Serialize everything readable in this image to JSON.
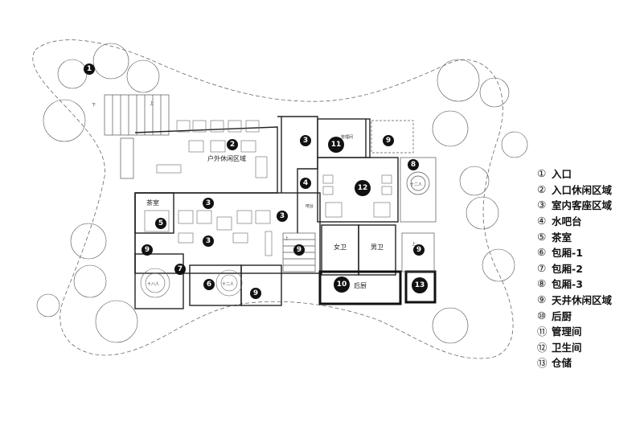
{
  "markers": [
    {
      "num": "1",
      "label": "入口"
    },
    {
      "num": "2",
      "label": "入口休闲区域"
    },
    {
      "num": "3",
      "label": "室内客座区域"
    },
    {
      "num": "4",
      "label": "水吧台"
    },
    {
      "num": "5",
      "label": "茶室"
    },
    {
      "num": "6",
      "label": "包厢-1"
    },
    {
      "num": "7",
      "label": "包厢-2"
    },
    {
      "num": "8",
      "label": "包厢-3"
    },
    {
      "num": "9",
      "label": "天井休闲区域"
    },
    {
      "num": "10",
      "label": "后厨"
    },
    {
      "num": "11",
      "label": "管理间"
    },
    {
      "num": "12",
      "label": "卫生间"
    },
    {
      "num": "13",
      "label": "仓储"
    }
  ],
  "legend": [
    {
      "num": "①",
      "label": "入口"
    },
    {
      "num": "②",
      "label": "入口休闲区域"
    },
    {
      "num": "③",
      "label": "室内客座区域"
    },
    {
      "num": "④",
      "label": "水吧台"
    },
    {
      "num": "⑤",
      "label": "茶室"
    },
    {
      "num": "⑥",
      "label": "包厢-1"
    },
    {
      "num": "⑦",
      "label": "包厢-2"
    },
    {
      "num": "⑧",
      "label": "包厢-3"
    },
    {
      "num": "⑨",
      "label": "天井休闲区域"
    },
    {
      "num": "⑩",
      "label": "后厨"
    },
    {
      "num": "⑪",
      "label": "管理间"
    },
    {
      "num": "⑫",
      "label": "卫生间"
    },
    {
      "num": "⑬",
      "label": "仓储"
    }
  ],
  "room_labels": {
    "outdoor": "户外休闲区域",
    "tea": "茶室",
    "female_wc": "女卫",
    "male_wc": "男卫",
    "kitchen": "后厨",
    "manage": "管理间",
    "bar": "吧台",
    "up_1": "上",
    "up_2": "上",
    "down_1": "下",
    "up_3": "上",
    "private_18": "十八人",
    "private_12a": "十二人",
    "private_12b": "十二人"
  },
  "colors": {
    "ink": "#111111",
    "line": "#222222",
    "paper": "#ffffff"
  }
}
